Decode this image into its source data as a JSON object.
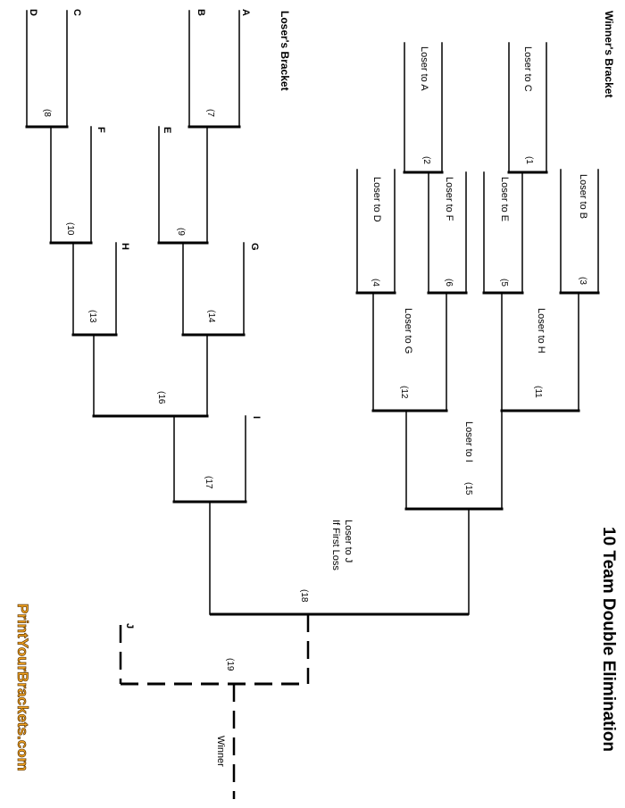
{
  "title": "10 Team Double Elimination",
  "winners_heading": "Winner's Bracket",
  "losers_heading": "Loser's Bracket",
  "brand": "PrintYourBrackets.com",
  "winners_slots": {
    "loser_c": "Loser to C",
    "loser_a": "Loser to A",
    "loser_b": "Loser to B",
    "loser_e": "Loser to E",
    "loser_f": "Loser to F",
    "loser_d": "Loser to D",
    "loser_h": "Loser to H",
    "loser_g": "Loser to G",
    "loser_i": "Loser to I",
    "loser_j_line1": "Loser to J",
    "loser_j_line2": "If First Loss",
    "winner": "Winner"
  },
  "losers_slots": {
    "a": "A",
    "b": "B",
    "c": "C",
    "d": "D",
    "e": "E",
    "f": "F",
    "g": "G",
    "h": "H",
    "i": "I",
    "j": "J"
  },
  "games": {
    "g1": "(1",
    "g2": "(2",
    "g3": "(3",
    "g4": "(4",
    "g5": "(5",
    "g6": "(6",
    "g7": "(7",
    "g8": "(8",
    "g9": "(9",
    "g10": "(10",
    "g11": "(11",
    "g12": "(12",
    "g13": "(13",
    "g14": "(14",
    "g15": "(15",
    "g16": "(16",
    "g17": "(17",
    "g18": "(18",
    "g19": "(19"
  },
  "colors": {
    "line": "#000000",
    "brand_fill": "#f5a623"
  }
}
